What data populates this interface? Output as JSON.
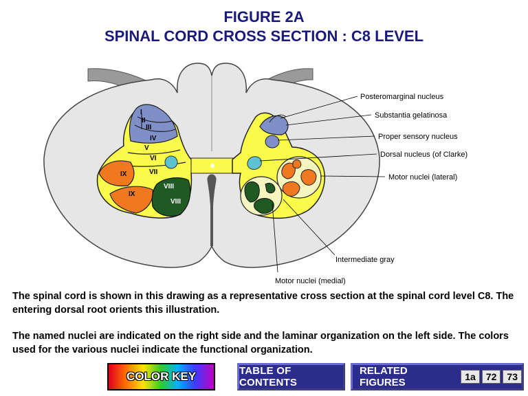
{
  "title": {
    "line1": "FIGURE 2A",
    "line2": "SPINAL CORD CROSS SECTION : C8 LEVEL"
  },
  "diagram": {
    "labels": {
      "posteromarginal": "Posteromarginal nucleus",
      "gelatinosa": "Substantia gelatinosa",
      "proper_sensory": "Proper sensory nucleus",
      "dorsal_nucleus": "Dorsal nucleus (of Clarke)",
      "motor_lateral": "Motor nuclei (lateral)",
      "intermediate_gray": "Intermediate gray",
      "motor_medial": "Motor nuclei (medial)"
    },
    "laminae": {
      "i": "I",
      "ii": "II",
      "iii": "III",
      "iv": "IV",
      "v": "V",
      "vi": "VI",
      "vii": "VII",
      "ix_upper": "IX",
      "ix_lower": "IX",
      "viii_upper": "VIII",
      "viii_lower": "VIII"
    },
    "colors": {
      "white_matter": "#e6e6e6",
      "gray_matter": "#fafa4a",
      "sensory_blue": "#7f8fc8",
      "motor_orange": "#f07820",
      "medial_green": "#1f5a23",
      "clarke_cyan": "#5ec3d0",
      "pale_yellow": "#f5f5c0"
    }
  },
  "text": {
    "paragraph1": "The spinal cord is shown in this drawing as a representative cross section at the spinal cord level C8. The entering dorsal root orients this illustration.",
    "paragraph2": "The named nuclei are indicated on the right side and the laminar organization on the left side. The colors used for the various nuclei indicate the functional organization."
  },
  "buttons": {
    "color_key": "COLOR KEY",
    "table_of_contents": "TABLE OF CONTENTS",
    "related_figures": "RELATED FIGURES",
    "related_1": "1a",
    "related_2": "72",
    "related_3": "73"
  }
}
